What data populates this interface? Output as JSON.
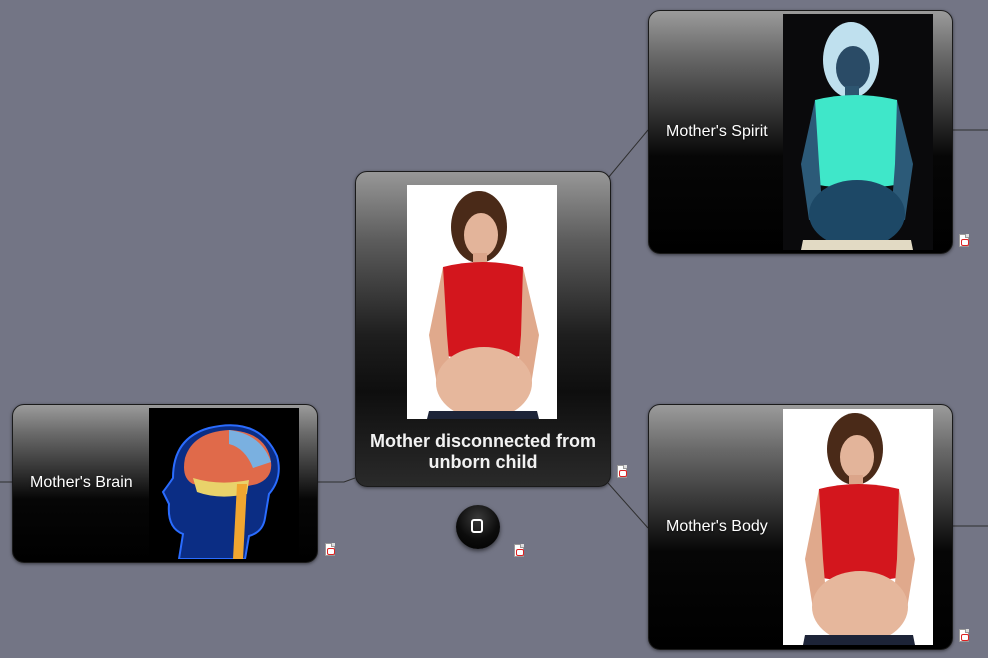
{
  "map": {
    "central": {
      "title": "Mother disconnected from unborn child"
    },
    "topics": [
      {
        "label": "Mother's Spirit"
      },
      {
        "label": "Mother's Brain"
      },
      {
        "label": "Mother's Body"
      }
    ]
  },
  "colors": {
    "canvas": "#737585",
    "node_dark": "#000000",
    "label_text": "#ffffff",
    "attachment_accent": "#dd2222"
  },
  "icons": [
    "attachment-icon",
    "collapse-icon"
  ]
}
